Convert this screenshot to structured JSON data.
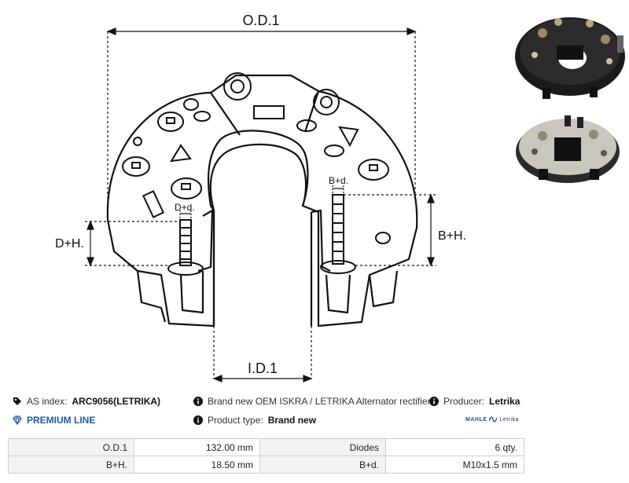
{
  "dims": {
    "od": "O.D.1",
    "id": "I.D.1",
    "bh": "B+H.",
    "dh": "D+H.",
    "bd": "B+d.",
    "dd": "D+d."
  },
  "info": {
    "as_index_label": "AS index:",
    "as_index_value": "ARC9056(LETRIKA)",
    "description": "Brand new OEM ISKRA / LETRIKA Alternator rectifier",
    "producer_label": "Producer:",
    "producer_value": "Letrika",
    "premium_label": "PREMIUM LINE",
    "product_type_label": "Product type:",
    "product_type_value": "Brand new",
    "logo_mahle": "MAHLE",
    "logo_letrika": "Letrika"
  },
  "specs": [
    {
      "k1": "O.D.1",
      "v1": "132.00 mm",
      "k2": "Diodes",
      "v2": "6 qty."
    },
    {
      "k1": "B+H.",
      "v1": "18.50 mm",
      "k2": "B+d.",
      "v2": "M10x1.5 mm"
    }
  ],
  "colors": {
    "accent": "#1e5aa8",
    "table_bg": "#f2f2f2",
    "border": "#cfcfcf"
  }
}
